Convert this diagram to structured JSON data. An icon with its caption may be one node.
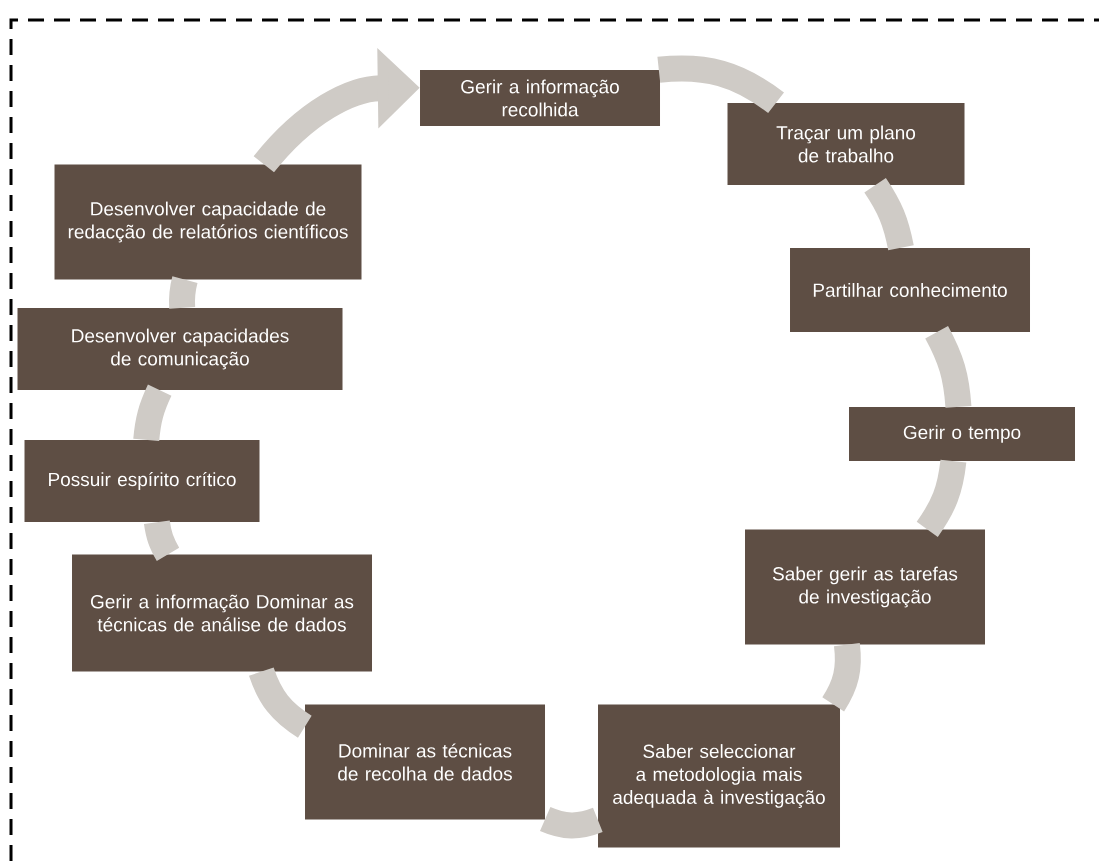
{
  "diagram": {
    "nodes": [
      {
        "text": [
          "Gerir a informação recolhida"
        ]
      },
      {
        "text": [
          "Traçar um plano de trabalho"
        ]
      },
      {
        "text": [
          "Partilhar conhecimento"
        ]
      },
      {
        "text": [
          "Gerir o tempo"
        ]
      },
      {
        "text": [
          "Saber gerir as tarefas de investigação"
        ]
      },
      {
        "text": [
          "Saber seleccionar a metodologia mais adequada à investigação"
        ]
      },
      {
        "text": [
          "Dominar as técnicas de recolha de dados"
        ]
      },
      {
        "text": [
          "Gerir a informação Dominar as técnicas de análise de dados"
        ]
      },
      {
        "text": [
          "Possuir espírito crítico"
        ]
      },
      {
        "text": [
          "Desenvolver capacidades de comunicação"
        ]
      },
      {
        "text": [
          "Desenvolver capacidade de redacção de relatórios científicos"
        ]
      }
    ],
    "edges": [
      {
        "from": 0,
        "to": 1,
        "arrow": "none"
      },
      {
        "from": 1,
        "to": 2,
        "arrow": "none"
      },
      {
        "from": 2,
        "to": 3,
        "arrow": "none"
      },
      {
        "from": 3,
        "to": 4,
        "arrow": "none"
      },
      {
        "from": 4,
        "to": 5,
        "arrow": "none"
      },
      {
        "from": 5,
        "to": 6,
        "arrow": "none"
      },
      {
        "from": 6,
        "to": 7,
        "arrow": "none"
      },
      {
        "from": 7,
        "to": 8,
        "arrow": "none"
      },
      {
        "from": 8,
        "to": 9,
        "arrow": "none"
      },
      {
        "from": 9,
        "to": 10,
        "arrow": "none"
      },
      {
        "from": 10,
        "to": 0,
        "arrow": "to"
      }
    ]
  }
}
